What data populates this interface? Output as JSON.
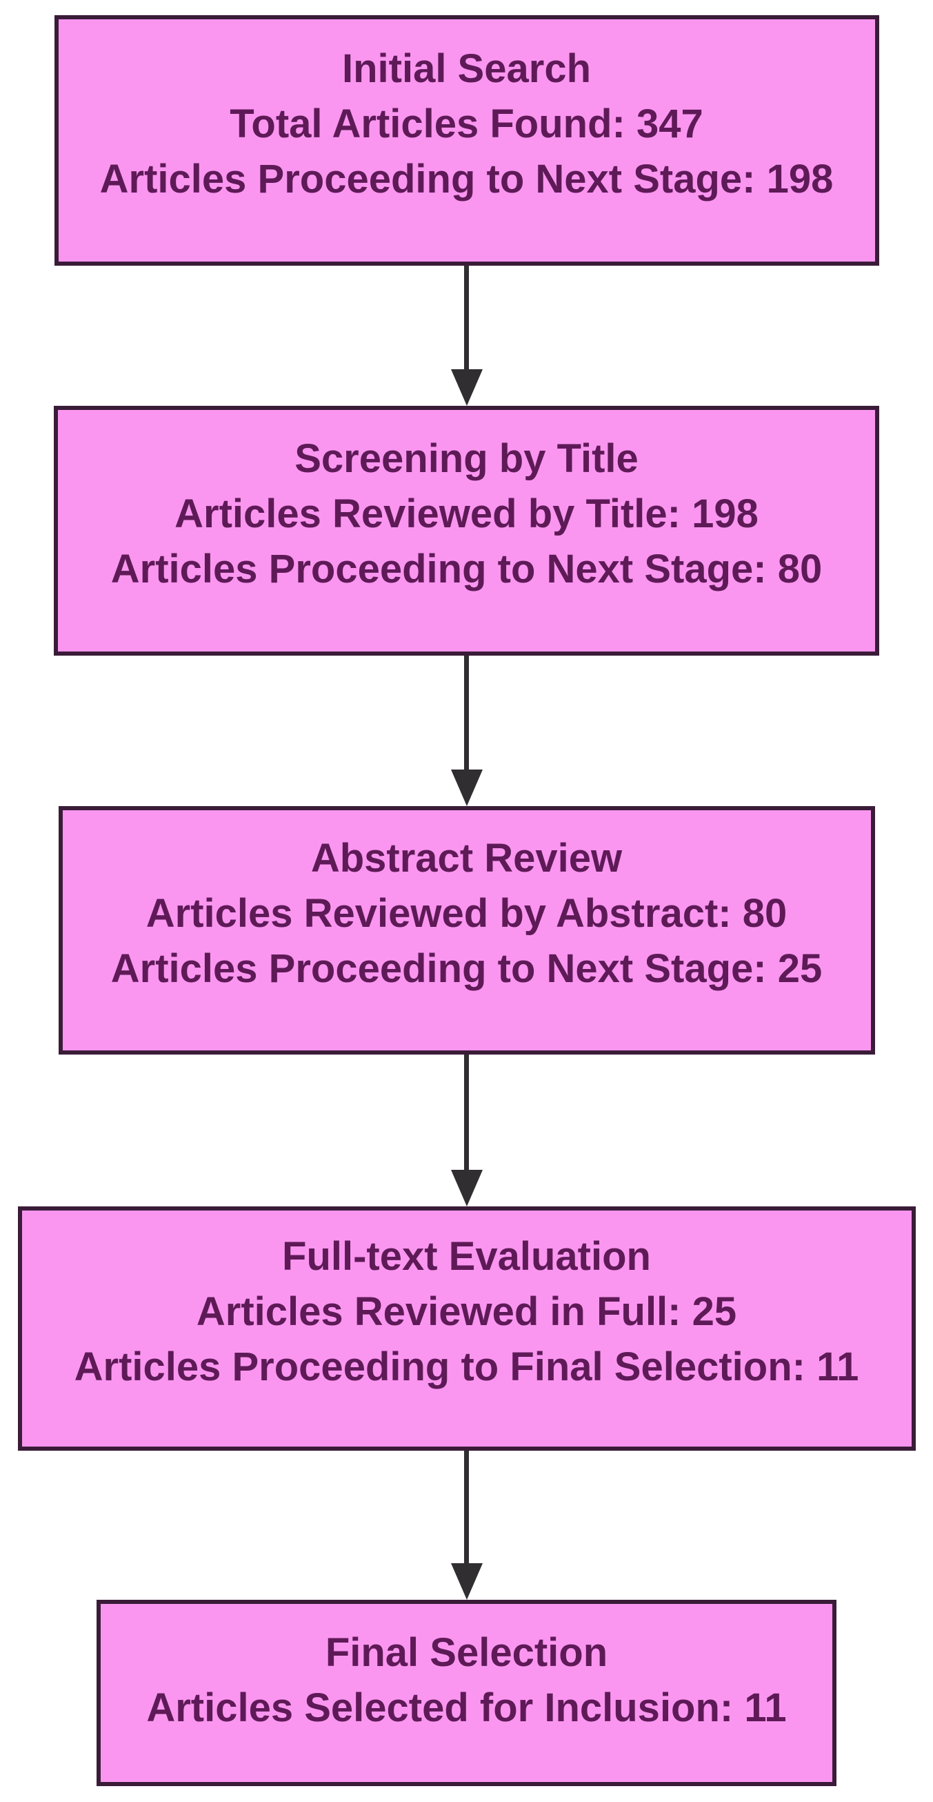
{
  "flowchart": {
    "stages": [
      {
        "title": "Initial Search",
        "lines": [
          "Total Articles Found: 347",
          "Articles Proceeding to Next Stage: 198"
        ]
      },
      {
        "title": "Screening by Title",
        "lines": [
          "Articles Reviewed by Title: 198",
          "Articles Proceeding to Next Stage: 80"
        ]
      },
      {
        "title": "Abstract Review",
        "lines": [
          "Articles Reviewed by Abstract: 80",
          "Articles Proceeding to Next Stage: 25"
        ]
      },
      {
        "title": "Full-text Evaluation",
        "lines": [
          "Articles Reviewed in Full: 25",
          "Articles Proceeding to Final Selection: 11"
        ]
      },
      {
        "title": "Final Selection",
        "lines": [
          "Articles Selected for Inclusion: 11"
        ]
      }
    ]
  },
  "colors": {
    "box_fill": "#fa96f0",
    "box_border": "#3a1c38",
    "text": "#5e1a57",
    "arrow": "#302e30",
    "background": "#ffffff"
  }
}
